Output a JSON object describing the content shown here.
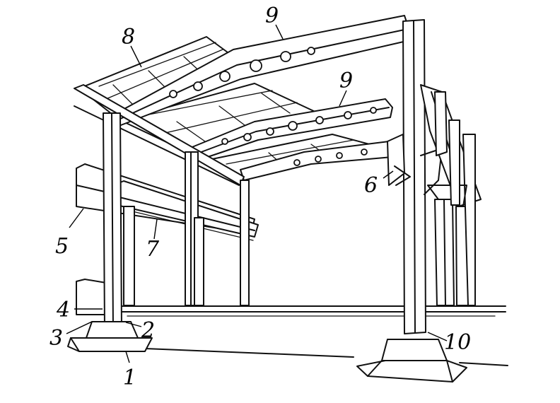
{
  "labels": {
    "l1": "1",
    "l2": "2",
    "l3": "3",
    "l4": "4",
    "l5": "5",
    "l6": "6",
    "l7": "7",
    "l8": "8",
    "l9a": "9",
    "l9b": "9",
    "l10": "10"
  }
}
